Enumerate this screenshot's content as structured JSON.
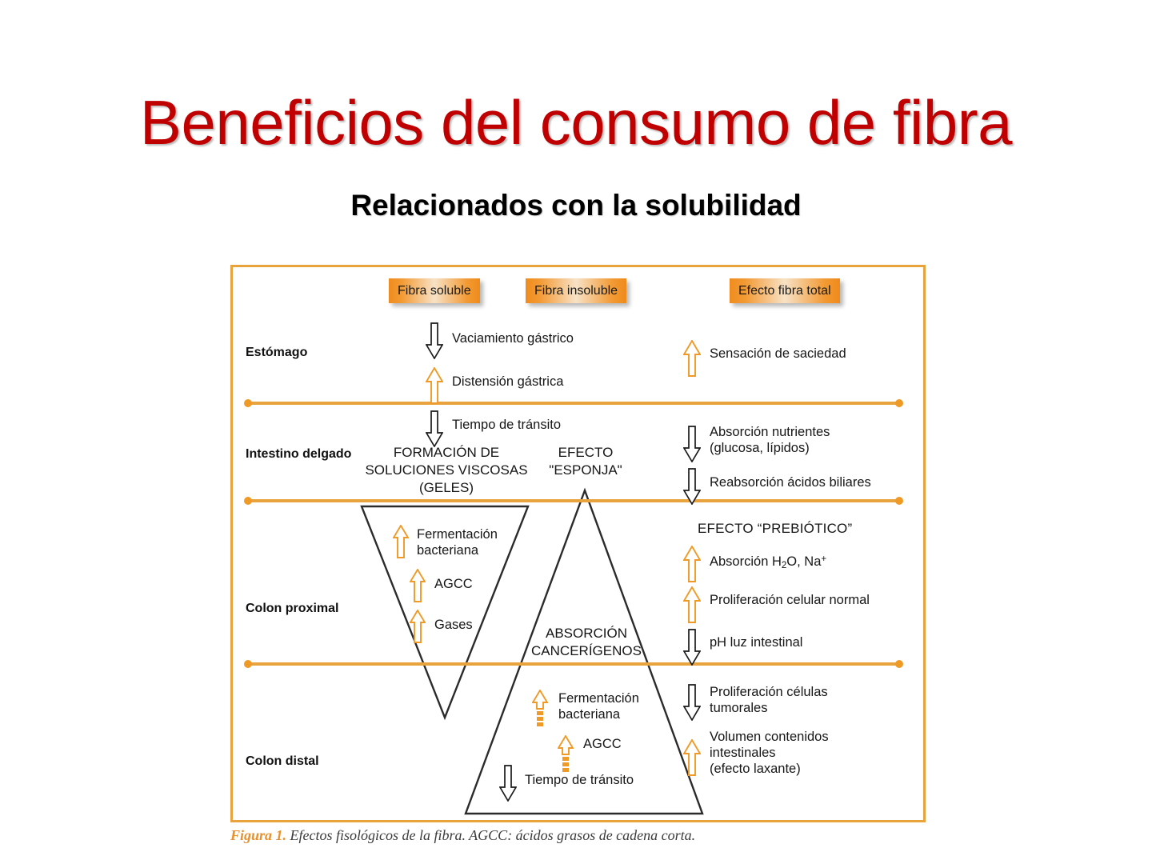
{
  "slide": {
    "title": "Beneficios del consumo de fibra",
    "subtitle": "Relacionados con la solubilidad",
    "title_color": "#c00000",
    "accent_color": "#e8a33d"
  },
  "figure": {
    "columns": [
      {
        "label": "Fibra soluble"
      },
      {
        "label": "Fibra insoluble"
      },
      {
        "label": "Efecto fibra total"
      }
    ],
    "regions": [
      {
        "label": "Estómago"
      },
      {
        "label": "Intestino delgado"
      },
      {
        "label": "Colon proximal"
      },
      {
        "label": "Colon distal"
      }
    ],
    "soluble_items": [
      {
        "text": "Vaciamiento gástrico",
        "arrow": "down-black"
      },
      {
        "text": "Distensión gástrica",
        "arrow": "up-orange"
      },
      {
        "text": "Tiempo de tránsito",
        "arrow": "down-black"
      },
      {
        "text": "Fermentación\nbacteriana",
        "arrow": "up-orange"
      },
      {
        "text": "AGCC",
        "arrow": "up-orange"
      },
      {
        "text": "Gases",
        "arrow": "up-orange"
      }
    ],
    "soluble_center_text": "FORMACIÓN DE\nSOLUCIONES VISCOSAS\n(GELES)",
    "insoluble_center_text": "EFECTO\n\"ESPONJA\"",
    "insoluble_center_text_2": "ABSORCIÓN\nCANCERÍGENOS",
    "insoluble_items": [
      {
        "text": "Fermentación\nbacteriana",
        "arrow": "up-orange-dashed"
      },
      {
        "text": "AGCC",
        "arrow": "up-orange-dashed"
      },
      {
        "text": "Tiempo de tránsito",
        "arrow": "down-black"
      }
    ],
    "total_items": [
      {
        "text": "Sensación de saciedad",
        "arrow": "up-orange"
      },
      {
        "text": "Absorción nutrientes\n(glucosa, lípidos)",
        "arrow": "down-black"
      },
      {
        "text": "Reabsorción ácidos biliares",
        "arrow": "down-black"
      },
      {
        "text": "EFECTO “PREBIÓTICO”",
        "arrow": "none"
      },
      {
        "text": "Absorción H2O, Na+",
        "arrow": "up-orange"
      },
      {
        "text": "Proliferación celular normal",
        "arrow": "up-orange"
      },
      {
        "text": "pH luz intestinal",
        "arrow": "down-black"
      },
      {
        "text": "Proliferación células\ntumorales",
        "arrow": "down-black"
      },
      {
        "text": "Volumen contenidos\nintestinales\n(efecto laxante)",
        "arrow": "up-orange"
      }
    ]
  },
  "caption": {
    "lead": "Figura 1.",
    "rest": " Efectos fisológicos de la fibra. AGCC: ácidos grasos de cadena corta."
  }
}
